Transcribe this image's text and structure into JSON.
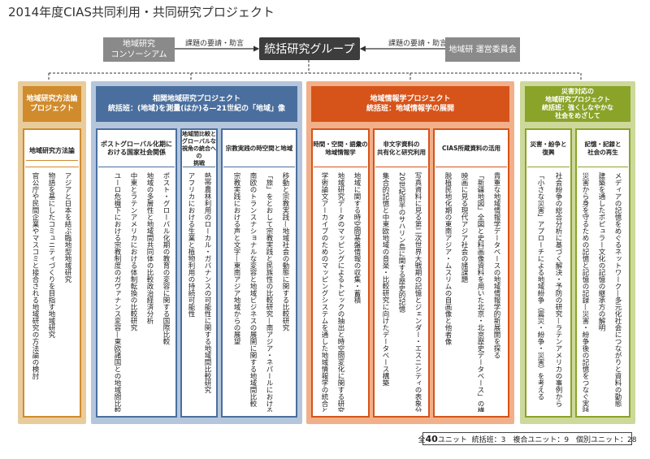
{
  "title": "2014年度CIAS共同利用・共同研究プロジェクト",
  "top": {
    "left_box": [
      "地域研究",
      "コンソーシアム"
    ],
    "left_label": "課題の要請・助言",
    "center": "統括研究グループ",
    "right_label": "課題の要請・助言",
    "right_box": "地域研 運営委員会"
  },
  "columns": {
    "c1": {
      "header": [
        "地域研究方法論",
        "プロジェクト"
      ],
      "subs": [
        {
          "title": [
            "地域研究方法論"
          ],
          "items": [
            "アジアと日本を結ぶ臨地型地域研究",
            "物語を基にしたコミュニティづくりを目指す地域研究",
            "官公庁や民間企業やマスコミと接合される地域研究の方法論の検討"
          ]
        }
      ]
    },
    "c2": {
      "header": [
        "相関地域研究プロジェクト",
        "統括班：(地域)を測量(はか)る—21世紀の「地域」像"
      ],
      "subs": [
        {
          "title": [
            "ポストグローバル化期に",
            "おける国家社会関係"
          ],
          "items": [
            "ポスト・グローバル化期の教育の変容に関する国際比較",
            "地域の多層性と地域間共同体の比較政治経済分析",
            "中東とラテンアメリカにおける体制転換の比較研究",
            "ユーロ危機下における宗教制度のガヴァナンス変容—東欧諸国との地域間比較の視点から"
          ]
        },
        {
          "title": [
            "地域間比較と",
            "グローバルな",
            "視角の統合への",
            "挑戦"
          ],
          "items": [
            "熱帯農林利用のローカル・ガバナンスの可能性に関する地域間比較研究",
            "アフリカにおける生業と植物利用の持続可能性"
          ]
        },
        {
          "title": [
            "宗教実践の時空間と地域"
          ],
          "items": [
            "移動と宗教実践—地域社会の動態に関する比較研究",
            "「旅」をとおして宗教実践と民族性の比較研究—南アジア・ネパールにおける聖者巡礼と観光",
            "南欧のトランスナショナルな変容と地域ビジネスの展開に関する地域間比較",
            "宗教実践における声と文字—東南アジア地域からの展望"
          ]
        }
      ]
    },
    "c3": {
      "header": [
        "地域情報学プロジェクト",
        "統括班：地域情報学の展開"
      ],
      "subs": [
        {
          "title": [
            "時間・空間・語彙の",
            "地域情報学"
          ],
          "items": [
            "地域に関する時空間基盤情報の収集・蓄積",
            "地域研究データのマッピングによるトピックの抽出と時空間変化に関する研究",
            "学術論文アーカイブのためのマッピングシステムを通した地域情報学の統合と共有化"
          ]
        },
        {
          "title": [
            "非文字資料の",
            "共有化と研究利用"
          ],
          "items": [
            "写真資料に見る第二次世界大戦期の記憶とジェンダー・エスニシティの表象分析",
            "20世紀前半のサハリン島に関する歴史的記憶",
            "集合的記憶と中東欧地域の音楽・比較研究に向けたデータベース構築"
          ]
        },
        {
          "title": [
            "CIAS所蔵資料の活用"
          ],
          "items": [
            "貴重な地域情報学データベースの地域情報学的新展開を探る",
            "「新疆地図」全図と史料画像資料を用いた北京・北京歴史データベース」の構築",
            "映画に見る現代アジア社会の諸課題",
            "脱植民地化期の東南アジア・ムスリムの自画像と他者像"
          ]
        }
      ]
    },
    "c4": {
      "header": [
        "災害対応の",
        "地域研究プロジェクト",
        "統括班：強くしなやかな",
        "社会をめざして"
      ],
      "subs": [
        {
          "title": [
            "災害・紛争と",
            "復興"
          ],
          "items": [
            "社会紛争の総合分析に基づく解決・予防の研究—ラテンアメリカの事例から",
            "「小さな災害」アプローチによる地域紛争（震災・紛争・災害）を考える"
          ]
        },
        {
          "title": [
            "記憶・記録と",
            "社会の再生"
          ],
          "items": [
            "災害から身を守るための記憶と記憶の記録—災害・紛争後の記憶をつなぐ実践・支援とその可能性",
            "建築を通したポピュラー文化の記憶の継承方の解明",
            "メディアの記憶をめぐるネットワーク—多元化社会につながりと資料の動態"
          ]
        }
      ]
    }
  },
  "summary": {
    "prefix": "全",
    "total": "40",
    "unit": "ユニット",
    "rest": "統括班：3　複合ユニット：9　個別ユニット：28"
  },
  "colors": {
    "c1": "#d08b2d",
    "c1_bg": "#e9cc9b",
    "c2": "#4a6f9e",
    "c2_bg": "#b5c6dc",
    "c3": "#d6541a",
    "c3_bg": "#f1b08a",
    "c4": "#8aa329",
    "c4_bg": "#cdd99a"
  }
}
